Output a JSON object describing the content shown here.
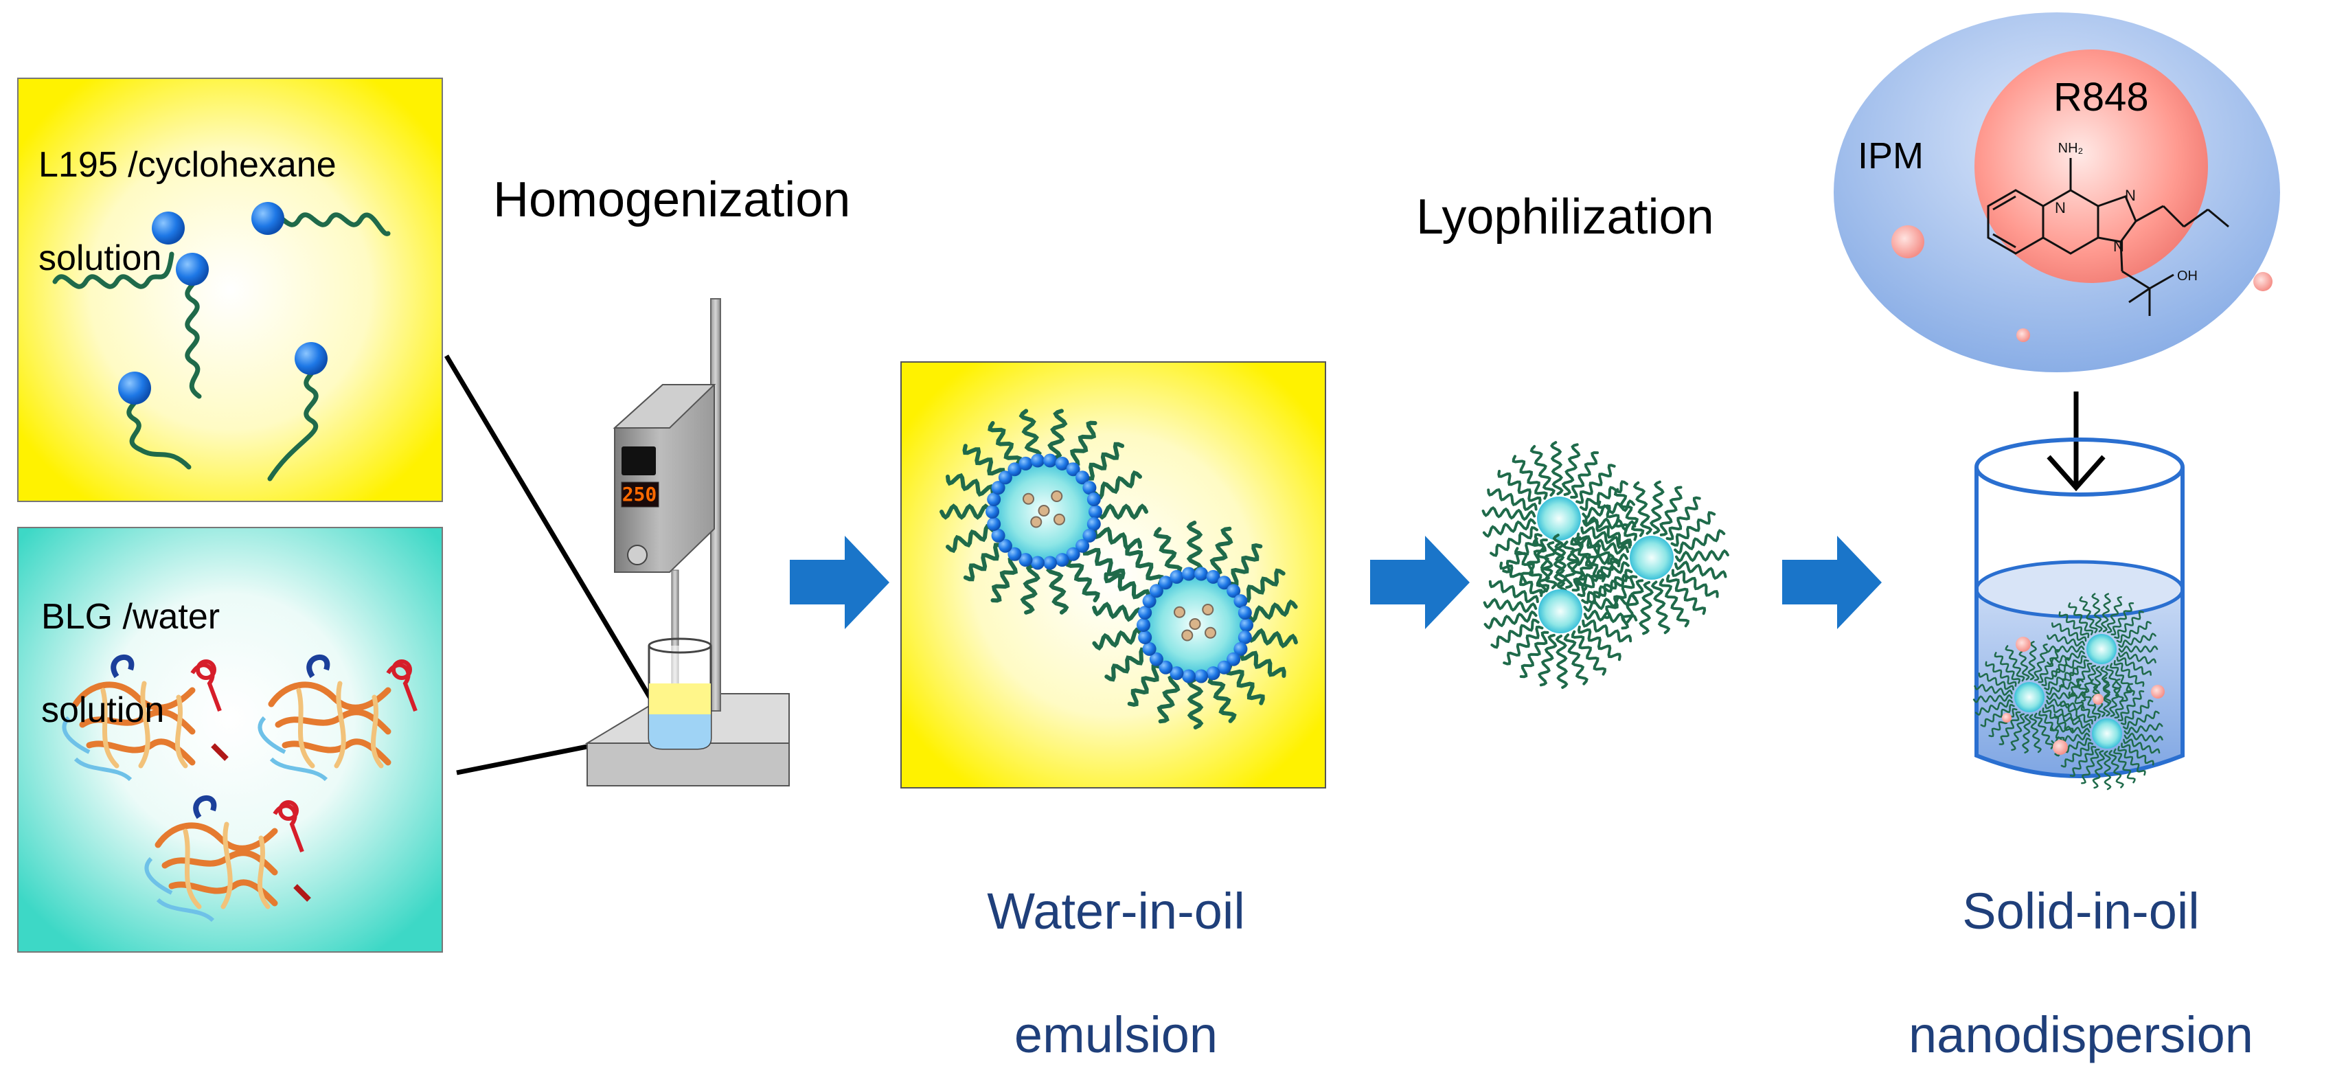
{
  "panels": {
    "l195": {
      "line1": "L195 /cyclohexane",
      "line2": "solution"
    },
    "blg": {
      "line1": "BLG /water",
      "line2": "solution"
    }
  },
  "steps": {
    "homogenization": "Homogenization",
    "lyophilization": "Lyophilization"
  },
  "homogenizer": {
    "display": "250"
  },
  "products": {
    "emulsion": {
      "line1": "Water-in-oil",
      "line2": "emulsion"
    },
    "nanodispersion": {
      "line1": "Solid-in-oil",
      "line2": "nanodispersion"
    }
  },
  "oil_phase": {
    "ipm": "IPM",
    "drug": "R848",
    "nh2": "NH₂",
    "oh": "OH",
    "n1": "N",
    "n2": "N",
    "n3": "N"
  },
  "colors": {
    "arrow": "#1a75c9",
    "yellow": "#fff200",
    "teal": "#3dd8c6",
    "polymer": "#1f6a4a",
    "title_blue": "#1f3f7a"
  }
}
